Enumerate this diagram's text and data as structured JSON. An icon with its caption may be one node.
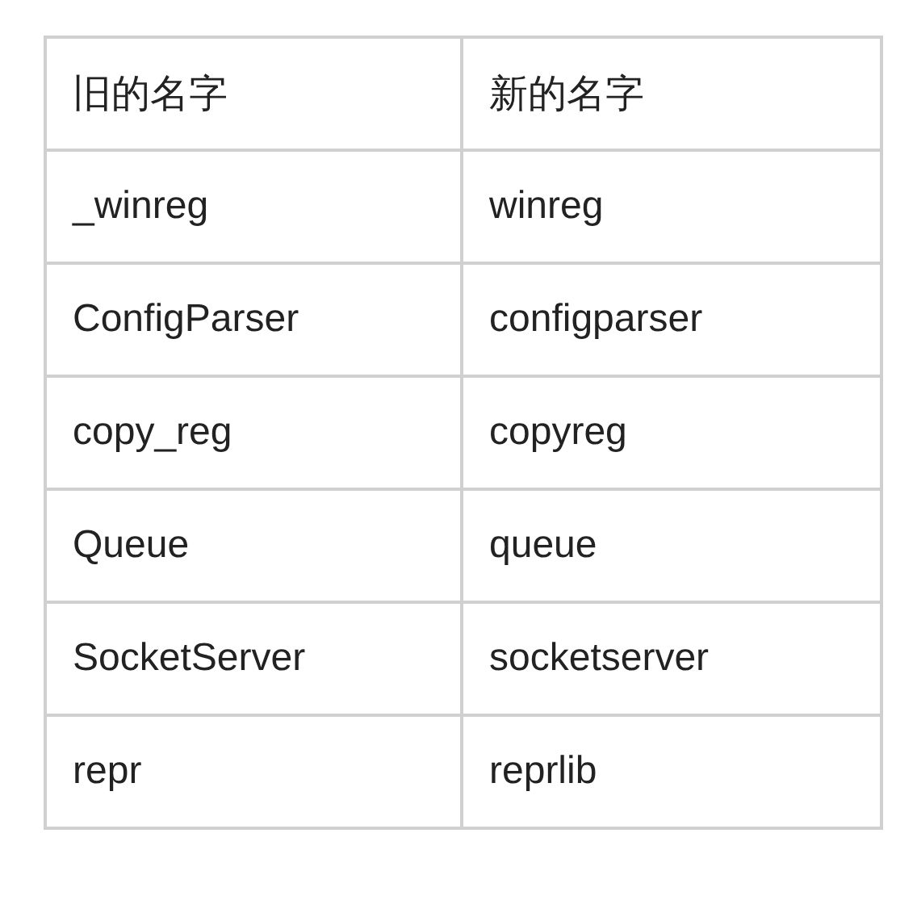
{
  "diagram": {
    "labels": [
      "旧的名字",
      "新的名字",
      "_winreg",
      "winreg",
      "ConfigParser",
      "configparser",
      "copy_reg",
      "copyreg",
      "Queue",
      "queue",
      "SocketServer",
      "socketserver",
      "repr",
      "reprlib"
    ]
  }
}
